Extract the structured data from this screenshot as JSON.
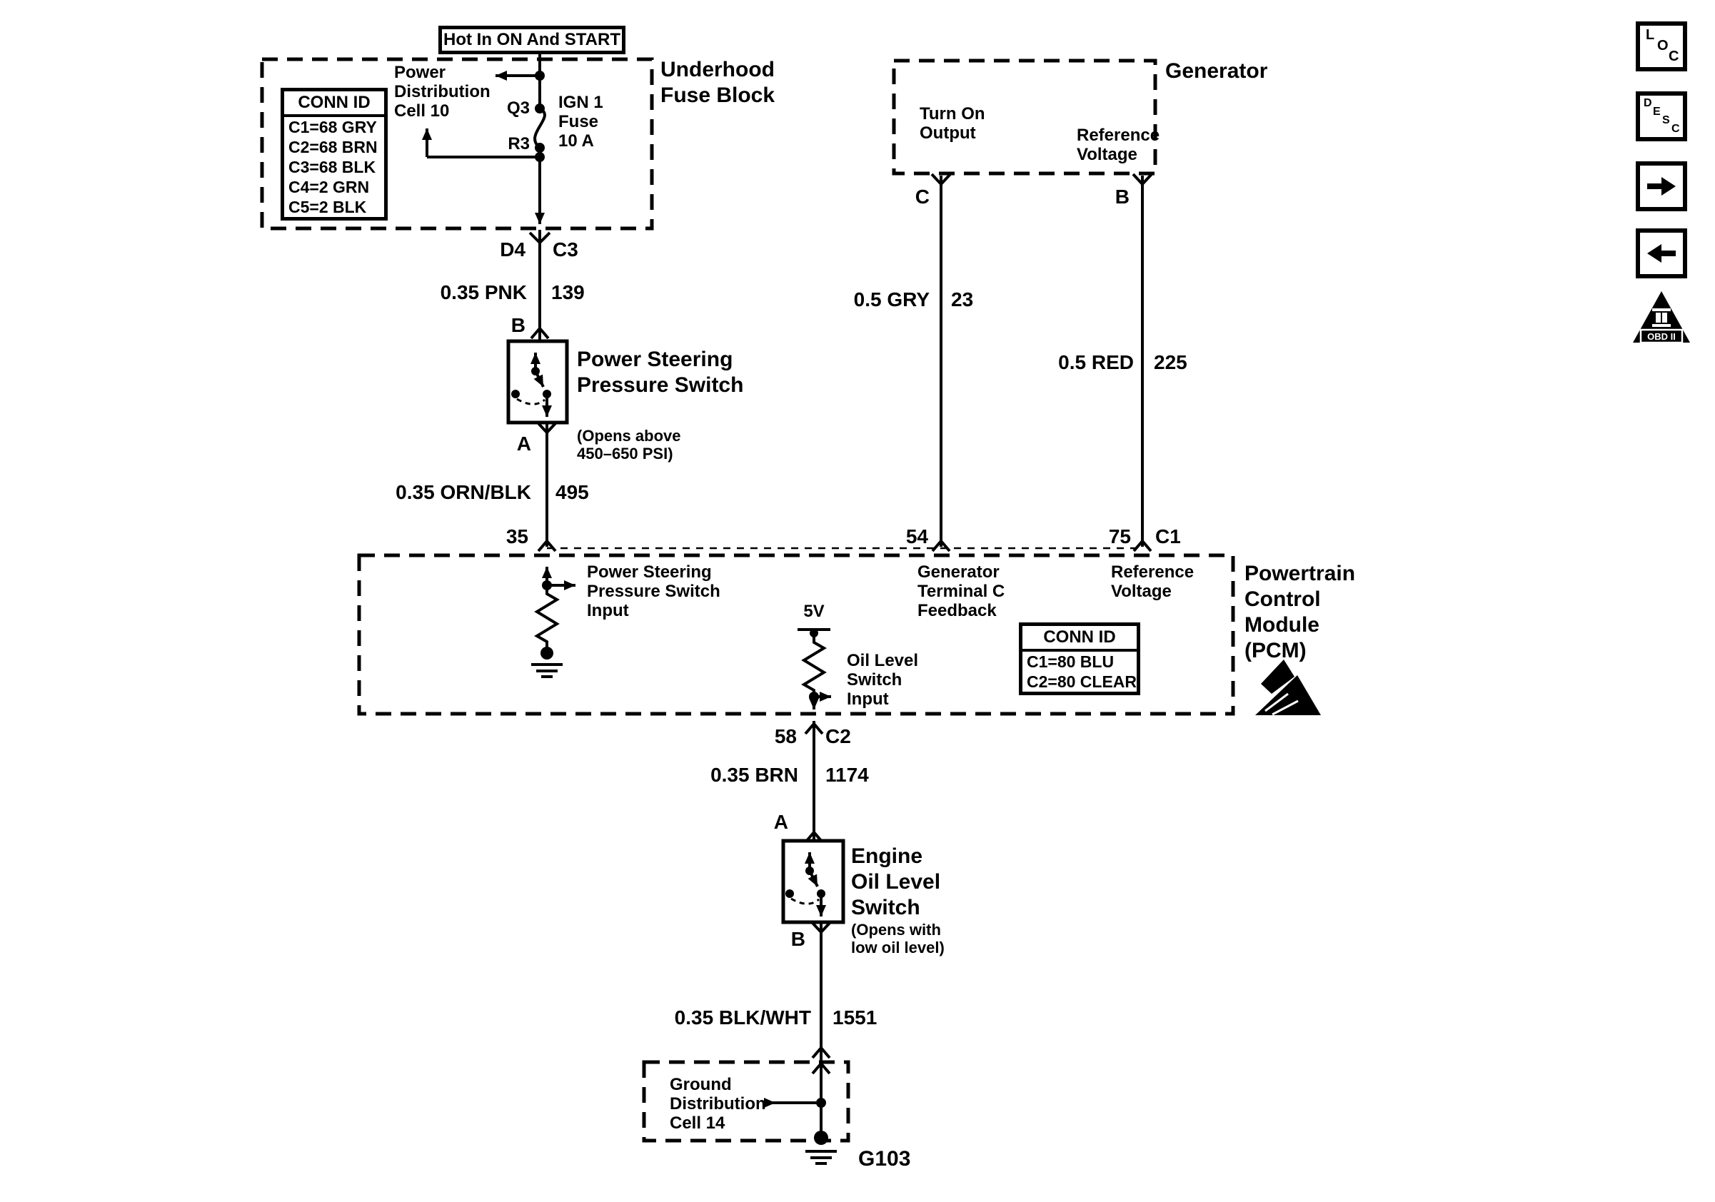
{
  "power_feed": {
    "hot_label": "Hot In ON And START"
  },
  "fuse_block": {
    "title": "Underhood Fuse Block",
    "conn_table": {
      "title": "CONN ID",
      "rows": [
        "C1=68 GRY",
        "C2=68 BRN",
        "C3=68 BLK",
        "C4=2 GRN",
        "C5=2 BLK"
      ]
    },
    "ref_label": "Power Distribution Cell 10",
    "fuse_top_pin": "Q3",
    "fuse_bottom_pin": "R3",
    "fuse_label": "IGN 1 Fuse 10 A",
    "out_pin_left": "D4",
    "out_pin_right": "C3"
  },
  "generator": {
    "title": "Generator",
    "turn_on_label": "Turn On Output",
    "ref_voltage_label": "Reference Voltage",
    "term_c": "C",
    "term_b": "B"
  },
  "wires": {
    "pnk": {
      "label": "0.35 PNK",
      "circuit": "139"
    },
    "gry": {
      "label": "0.5 GRY",
      "circuit": "23"
    },
    "red": {
      "label": "0.5 RED",
      "circuit": "225"
    },
    "ornblk": {
      "label": "0.35 ORN/BLK",
      "circuit": "495"
    },
    "brn": {
      "label": "0.35 BRN",
      "circuit": "1174"
    },
    "blkwht": {
      "label": "0.35 BLK/WHT",
      "circuit": "1551"
    }
  },
  "ps_switch": {
    "term_top": "B",
    "term_bottom": "A",
    "title": "Power Steering Pressure Switch",
    "note": "(Opens above 450–650 PSI)"
  },
  "pcm": {
    "title": "Powertrain Control Module (PCM)",
    "pin35": "35",
    "pin54": "54",
    "pin75": "75",
    "conn_c1": "C1",
    "pin58": "58",
    "conn_c2": "C2",
    "ps_input_label": "Power Steering Pressure Switch Input",
    "gen_feedback_label": "Generator Terminal C Feedback",
    "ref_voltage_label": "Reference Voltage",
    "five_v": "5V",
    "oil_input_label": "Oil Level Switch Input",
    "conn_table": {
      "title": "CONN ID",
      "rows": [
        "C1=80 BLU",
        "C2=80 CLEAR"
      ]
    }
  },
  "oil_switch": {
    "term_top": "A",
    "term_bottom": "B",
    "title": "Engine Oil Level Switch",
    "note": "(Opens with low oil level)"
  },
  "ground": {
    "ref_label": "Ground Distribution Cell 14",
    "id": "G103"
  },
  "sidebar": {
    "loc": [
      "L",
      "O",
      "C"
    ],
    "desc": [
      "D",
      "E",
      "S",
      "C"
    ],
    "obd_text": "OBD II"
  }
}
